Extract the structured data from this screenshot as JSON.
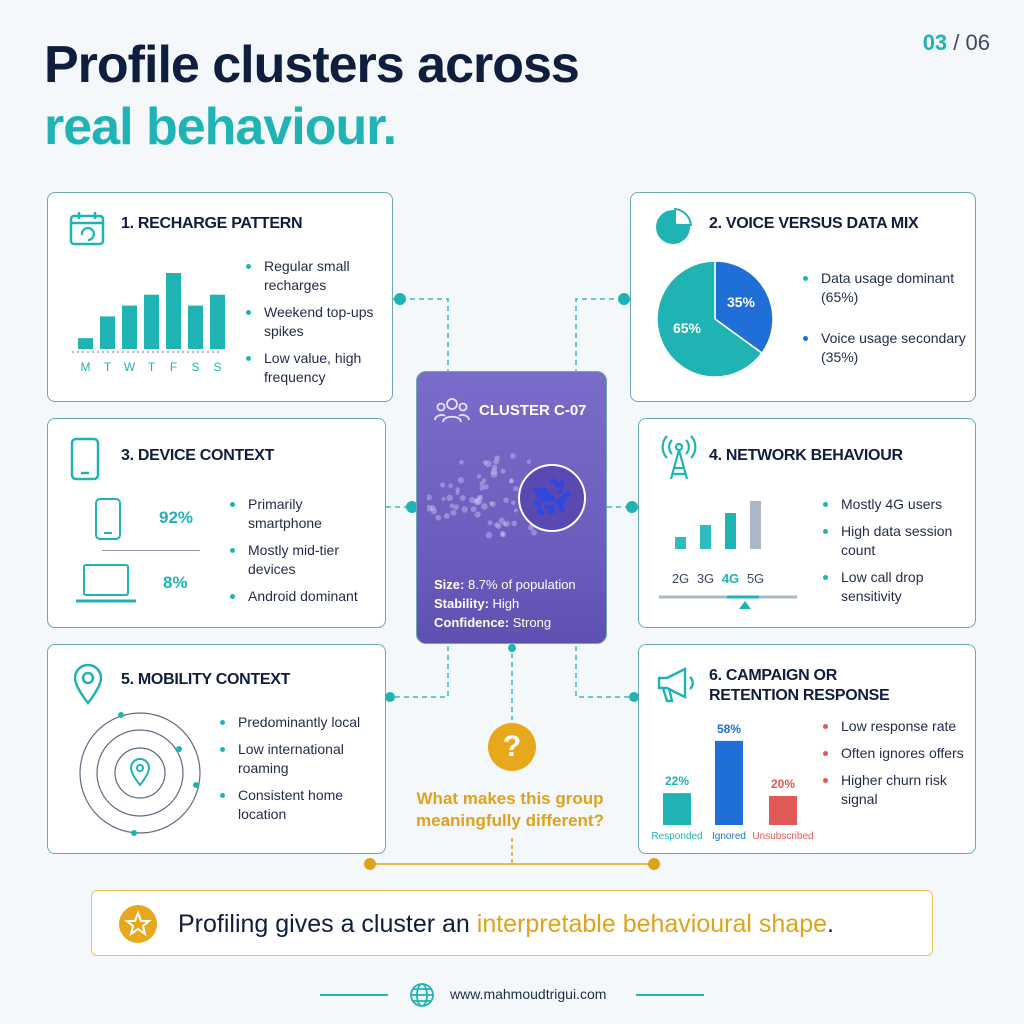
{
  "header": {
    "title_line1": "Profile clusters across",
    "title_line2": "real behaviour.",
    "page_current": "03",
    "page_total": "/ 06"
  },
  "cards": {
    "recharge": {
      "title": "1. RECHARGE PATTERN",
      "bullets": [
        "Regular small recharges",
        "Weekend top-ups spikes",
        "Low value, high frequency"
      ]
    },
    "voice": {
      "title": "2. VOICE VERSUS DATA MIX",
      "bullets": [
        "Data usage dominant (65%)",
        "Voice usage secondary (35%)"
      ],
      "pie_data_label": "65%",
      "pie_voice_label": "35%"
    },
    "device": {
      "title": "3. DEVICE CONTEXT",
      "phone_pct": "92%",
      "laptop_pct": "8%",
      "bullets": [
        "Primarily smartphone",
        "Mostly mid-tier devices",
        "Android dominant"
      ]
    },
    "network": {
      "title": "4. NETWORK BEHAVIOUR",
      "bullets": [
        "Mostly 4G users",
        "High data session count",
        "Low call drop sensitivity"
      ]
    },
    "mobility": {
      "title": "5. MOBILITY CONTEXT",
      "bullets": [
        "Predominantly local",
        "Low international roaming",
        "Consistent home location"
      ]
    },
    "campaign": {
      "title_line1": "6. CAMPAIGN OR",
      "title_line2": "RETENTION RESPONSE",
      "bullets": [
        "Low response rate",
        "Often ignores offers",
        "Higher churn risk signal"
      ]
    }
  },
  "center": {
    "title": "CLUSTER C-07",
    "size_label": "Size:",
    "size_value": "8.7% of population",
    "stability_label": "Stability:",
    "stability_value": "High",
    "confidence_label": "Confidence:",
    "confidence_value": "Strong"
  },
  "question": {
    "mark": "?",
    "text": "What makes this group meaningfully different?"
  },
  "banner": {
    "text_start": "Profiling gives a cluster an ",
    "text_highlight": "interpretable behavioural shape",
    "text_end": "."
  },
  "footer": {
    "url": "www.mahmoudtrigui.com"
  },
  "colors": {
    "teal": "#1fb3b3",
    "blue": "#1f6fd6",
    "purple": "#6a5cbc",
    "gold": "#e0a11b",
    "red": "#e05a55",
    "navy": "#0f1e3d"
  },
  "chart_data": [
    {
      "type": "bar",
      "categories": [
        "M",
        "T",
        "W",
        "T",
        "F",
        "S",
        "S"
      ],
      "values": [
        1,
        3,
        4,
        5,
        7,
        4,
        5
      ],
      "title": "",
      "note": "recharge pattern, values approximate"
    },
    {
      "type": "pie",
      "categories": [
        "Data usage",
        "Voice usage"
      ],
      "values": [
        65,
        35
      ]
    },
    {
      "type": "bar",
      "categories": [
        "2G",
        "3G",
        "4G",
        "5G"
      ],
      "values": [
        1,
        2,
        3,
        4
      ],
      "highlight": "4G"
    },
    {
      "type": "bar",
      "categories": [
        "Responded",
        "Ignored",
        "Unsubscribed"
      ],
      "values": [
        22,
        58,
        20
      ],
      "labels": [
        "22%",
        "58%",
        "20%"
      ]
    }
  ]
}
